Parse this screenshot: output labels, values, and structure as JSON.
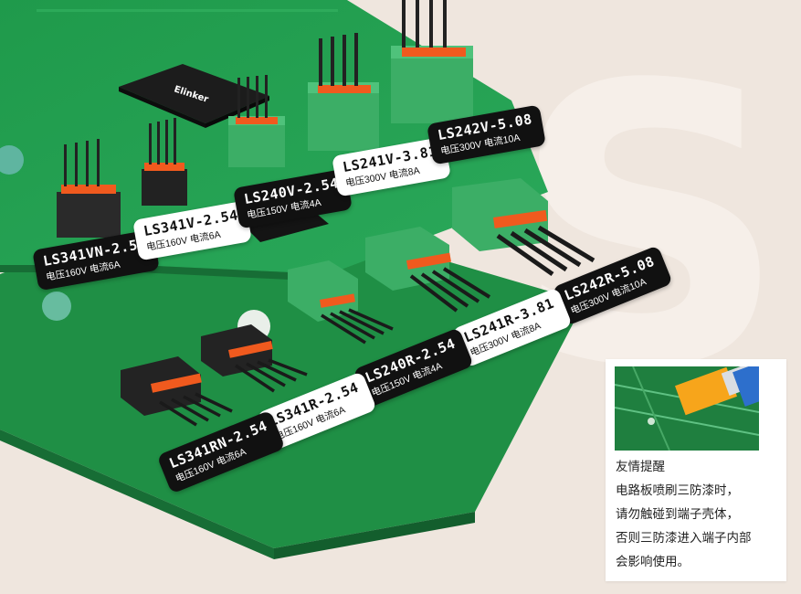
{
  "labels": [
    {
      "model": "LS341VN-2.54",
      "spec": "电压160V  电流6A",
      "theme": "dark"
    },
    {
      "model": "LS341V-2.54",
      "spec": "电压160V  电流6A",
      "theme": "light"
    },
    {
      "model": "LS240V-2.54",
      "spec": "电压150V  电流4A",
      "theme": "dark"
    },
    {
      "model": "LS241V-3.81",
      "spec": "电压300V  电流8A",
      "theme": "light"
    },
    {
      "model": "LS242V-5.08",
      "spec": "电压300V  电流10A",
      "theme": "dark"
    },
    {
      "model": "LS242R-5.08",
      "spec": "电压300V  电流10A",
      "theme": "dark"
    },
    {
      "model": "LS241R-3.81",
      "spec": "电压300V  电流8A",
      "theme": "light"
    },
    {
      "model": "LS240R-2.54",
      "spec": "电压150V  电流4A",
      "theme": "dark"
    },
    {
      "model": "LS341R-2.54",
      "spec": "电压160V  电流6A",
      "theme": "light"
    },
    {
      "model": "LS341RN-2.54",
      "spec": "电压160V  电流6A",
      "theme": "dark"
    }
  ],
  "chip_brand": "Elinker",
  "notice": {
    "title": "友情提醒",
    "lines": [
      "电路板喷刷三防漆时，",
      "请勿触碰到端子壳体，",
      "否则三防漆进入端子内部",
      "会影响使用。"
    ]
  },
  "colors": {
    "pcb": "#25a052",
    "connector": "#3fb36a",
    "lever": "#f05a1e",
    "background": "#efe6de"
  }
}
